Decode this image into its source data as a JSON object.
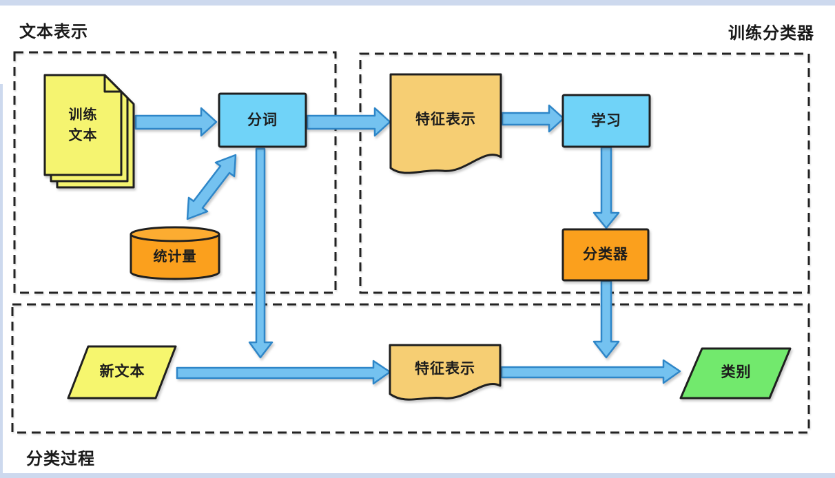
{
  "regions": {
    "text_representation": {
      "label": "文本表示"
    },
    "train_classifier": {
      "label": "训练分类器"
    },
    "classification_process": {
      "label": "分类过程"
    }
  },
  "nodes": {
    "train_docs": {
      "label": "训练\n文本",
      "shape": "stacked-documents",
      "fill": "#F5F470"
    },
    "segmentation": {
      "label": "分词",
      "shape": "rectangle",
      "fill": "#70D3F8"
    },
    "statistics": {
      "label": "统计量",
      "shape": "cylinder",
      "fill": "#FBA01D",
      "top_fill": "#FCAC31"
    },
    "feature_top": {
      "label": "特征表示",
      "shape": "document",
      "fill": "#F6CE73"
    },
    "learning": {
      "label": "学习",
      "shape": "rectangle",
      "fill": "#70D3F8"
    },
    "classifier": {
      "label": "分类器",
      "shape": "rectangle",
      "fill": "#FBA01D"
    },
    "new_text": {
      "label": "新文本",
      "shape": "parallelogram",
      "fill": "#F6F66E"
    },
    "feature_bottom": {
      "label": "特征表示",
      "shape": "document",
      "fill": "#F6CE73"
    },
    "category": {
      "label": "类别",
      "shape": "parallelogram",
      "fill": "#72E96D"
    }
  },
  "edges": [
    {
      "from": "train_docs",
      "to": "segmentation",
      "bidirectional": false
    },
    {
      "from": "segmentation",
      "to": "statistics",
      "bidirectional": true
    },
    {
      "from": "segmentation",
      "to": "feature_top",
      "bidirectional": false
    },
    {
      "from": "feature_top",
      "to": "learning",
      "bidirectional": false
    },
    {
      "from": "learning",
      "to": "classifier",
      "bidirectional": false
    },
    {
      "from": "segmentation",
      "to": "feature_bottom",
      "bidirectional": false
    },
    {
      "from": "classifier",
      "to": "category",
      "bidirectional": false
    },
    {
      "from": "new_text",
      "to": "feature_bottom",
      "bidirectional": false
    },
    {
      "from": "feature_bottom",
      "to": "category",
      "bidirectional": false
    }
  ],
  "colors": {
    "arrow_fill": "#74C2F0",
    "arrow_stroke": "#2E86C8",
    "dash_border": "#222222",
    "shape_border": "#1F1F1F",
    "page_edge": "#CDD9EE",
    "background": "#FFFFFF"
  }
}
